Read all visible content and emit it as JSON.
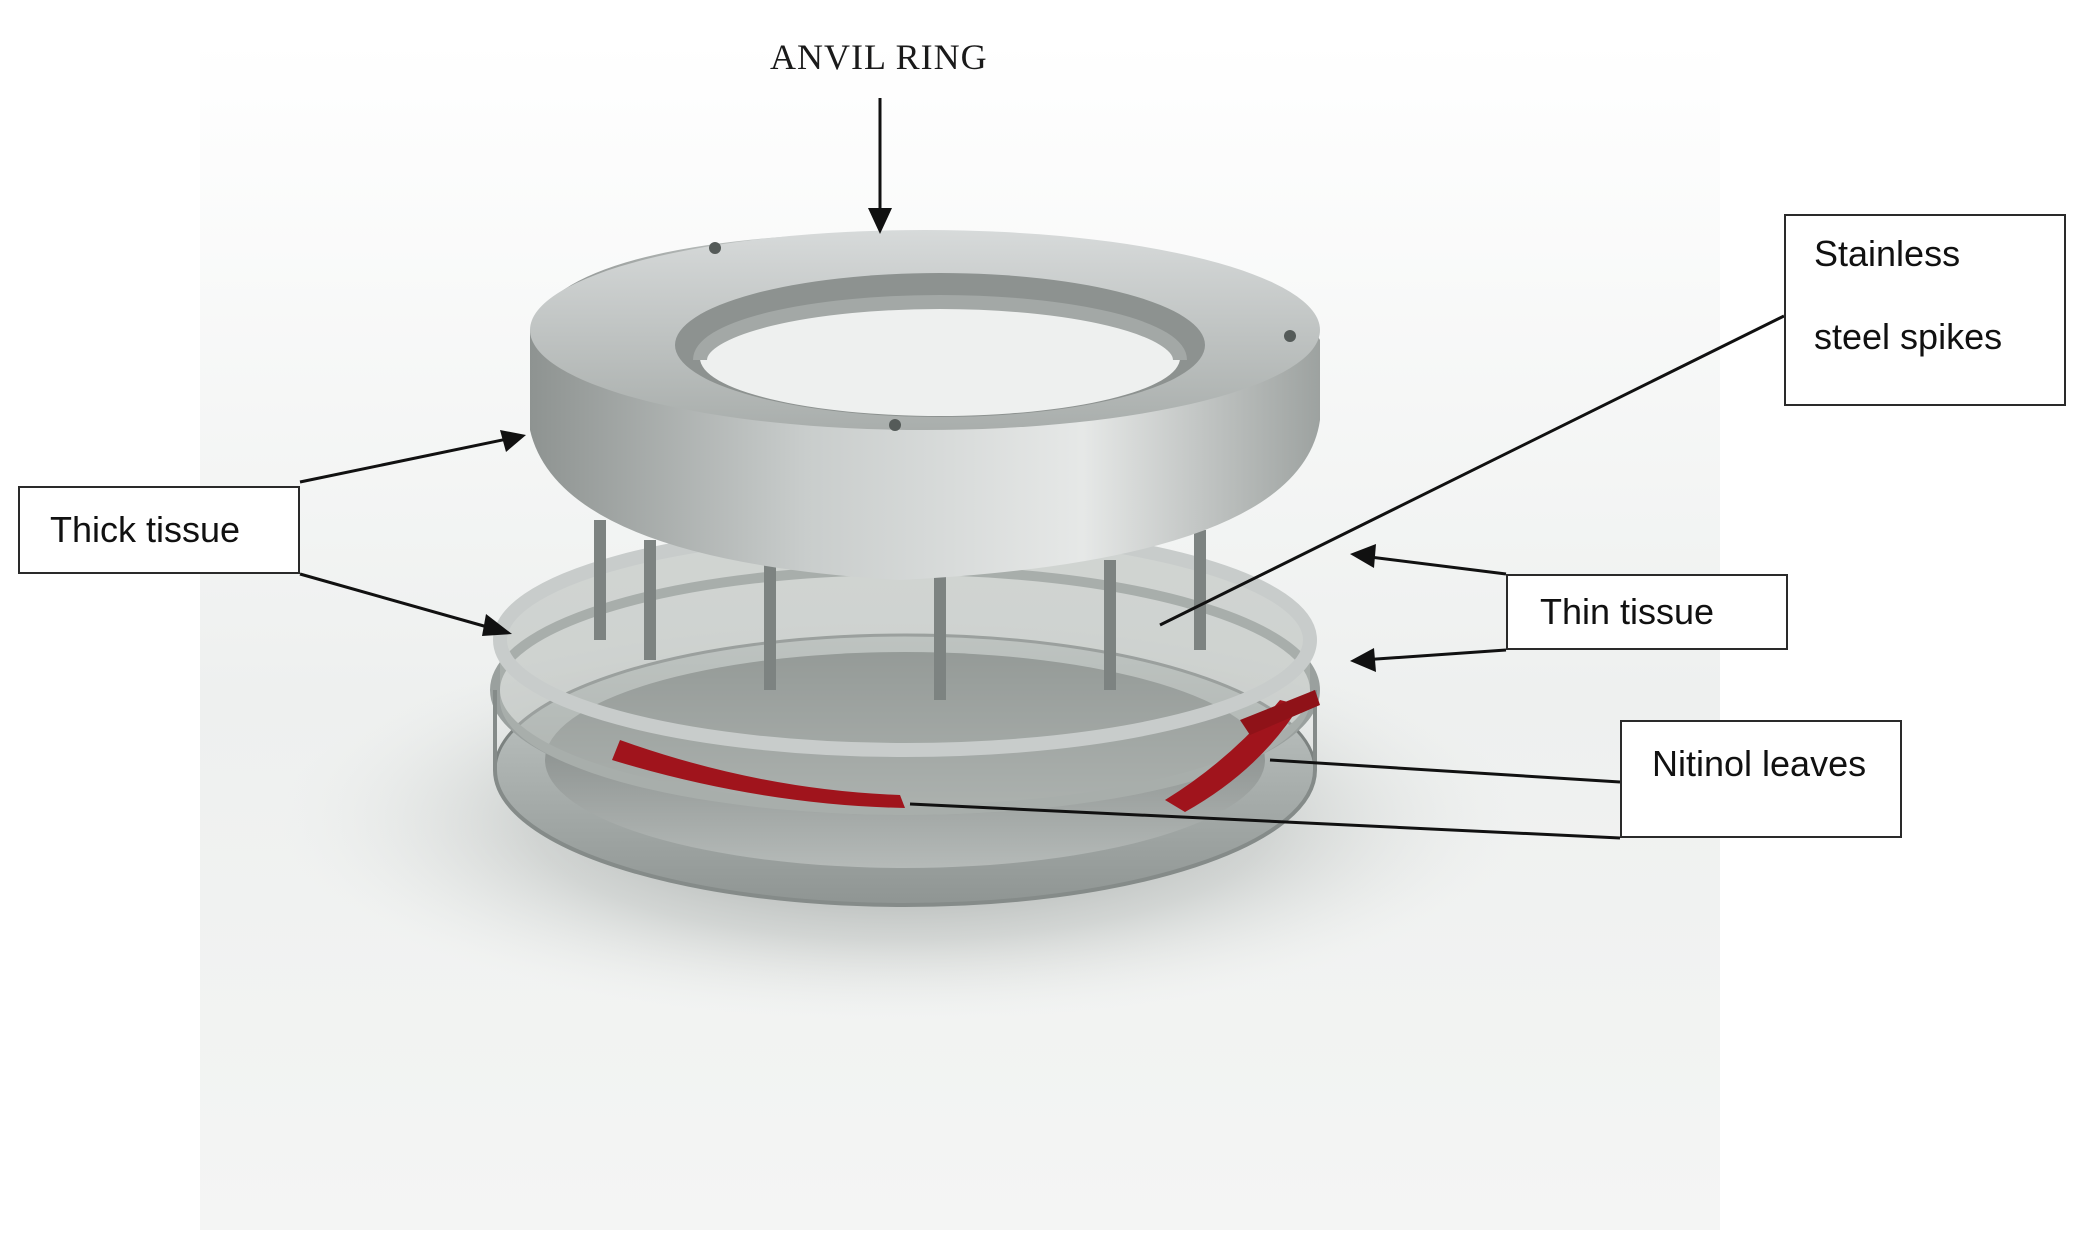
{
  "labels": {
    "anvil_ring": "ANVIL RING",
    "stainless_line1": "Stainless",
    "stainless_line2": "steel spikes",
    "thick_tissue": "Thick tissue",
    "thin_tissue": "Thin tissue",
    "nitinol_leaves": "Nitinol leaves"
  },
  "colors": {
    "ring": "#b9bdbc",
    "nitinol": "#a0141c",
    "background": "#e9ecea",
    "line": "#111111"
  }
}
